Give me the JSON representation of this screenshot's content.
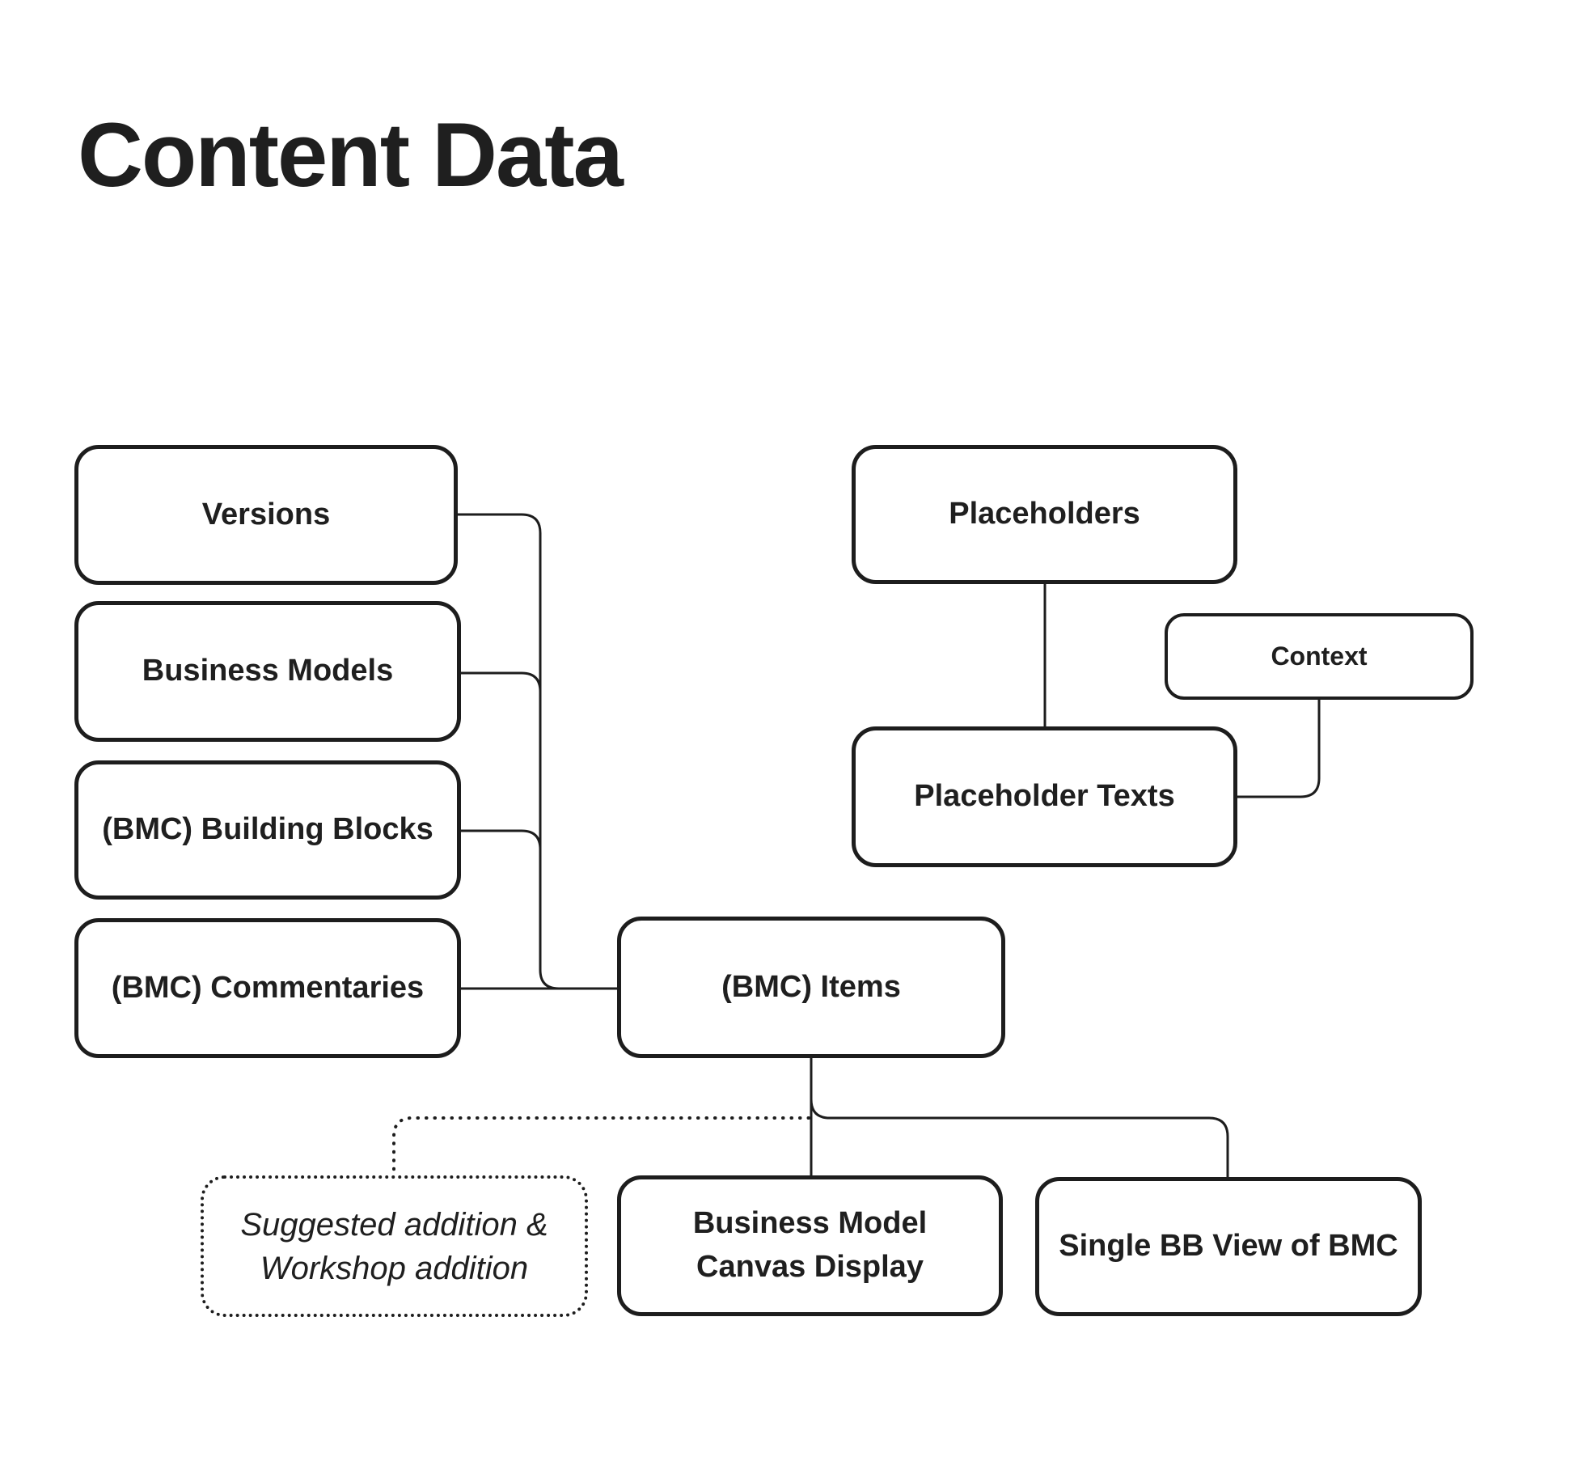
{
  "page": {
    "title": "Content Data",
    "background_color": "#ffffff",
    "line_color": "#1d1d1d",
    "text_color": "#1f1f1f"
  },
  "nodes": {
    "versions": {
      "label": "Versions"
    },
    "business_models": {
      "label": "Business Models"
    },
    "bmc_building_blocks": {
      "label": "(BMC) Building Blocks"
    },
    "bmc_commentaries": {
      "label": "(BMC) Commentaries"
    },
    "placeholders": {
      "label": "Placeholders"
    },
    "context": {
      "label": "Context"
    },
    "placeholder_texts": {
      "label": "Placeholder Texts"
    },
    "bmc_items": {
      "label": "(BMC) Items"
    },
    "bmc_display": {
      "label": "Business Model Canvas Display"
    },
    "single_bb_view": {
      "label": "Single BB View of BMC"
    },
    "suggested_addition": {
      "label": "Suggested addition & Workshop addition"
    }
  },
  "edges": [
    {
      "from": "versions",
      "to": "bmc_items",
      "style": "solid"
    },
    {
      "from": "business_models",
      "to": "bmc_items",
      "style": "solid"
    },
    {
      "from": "bmc_building_blocks",
      "to": "bmc_items",
      "style": "solid"
    },
    {
      "from": "bmc_commentaries",
      "to": "bmc_items",
      "style": "solid"
    },
    {
      "from": "placeholders",
      "to": "placeholder_texts",
      "style": "solid"
    },
    {
      "from": "context",
      "to": "placeholder_texts",
      "style": "solid"
    },
    {
      "from": "bmc_items",
      "to": "bmc_display",
      "style": "solid"
    },
    {
      "from": "bmc_items",
      "to": "single_bb_view",
      "style": "solid"
    },
    {
      "from": "bmc_items",
      "to": "suggested_addition",
      "style": "dotted"
    }
  ]
}
